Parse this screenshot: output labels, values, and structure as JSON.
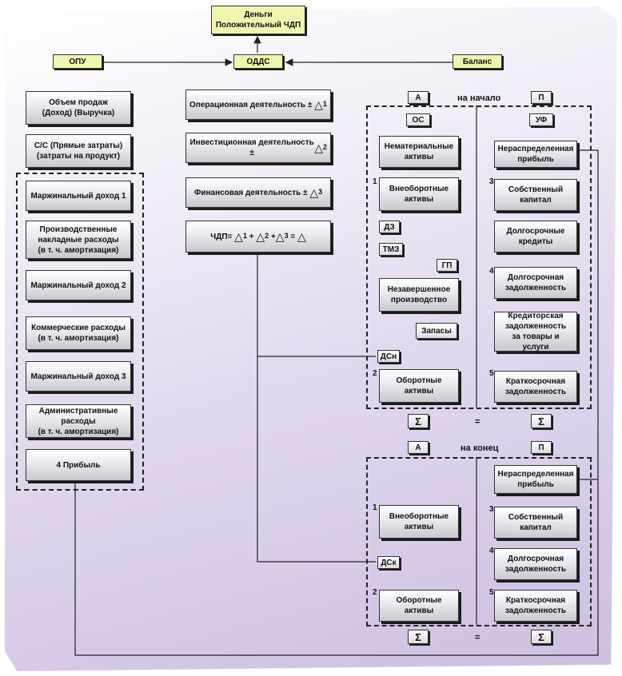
{
  "top": {
    "money": "Деньги\nПоложительный ЧДП",
    "opu": "ОПУ",
    "odds": "ОДДС",
    "balance": "Баланс"
  },
  "left": {
    "sales": "Объем продаж\n(Доход) (Выручка)",
    "cogs": "С/С (Прямые затраты)\n(затраты на продукт)",
    "margin1": "Маржинальный доход 1",
    "overhead": "Производственные\nнакладные расходы\n(в т. ч. амортизация)",
    "margin2": "Маржинальный доход 2",
    "commercial": "Коммерческие расходы\n(в т. ч. амортизация)",
    "margin3": "Маржинальный доход 3",
    "admin": "Административные расходы\n(в т. ч. амортизация)",
    "profit": "4 Прибыль"
  },
  "middle": {
    "operating": "Операционная деятельность ±",
    "investing": "Инвестиционная деятельность ±",
    "financing": "Финансовая деятельность ±",
    "cf_prefix": "ЧДП=",
    "sub1": "1",
    "sub2": "2",
    "sub3": "3",
    "delta": "△",
    "plus": "+",
    "equals": "="
  },
  "balance_start": {
    "a": "А",
    "heading": "на начало",
    "p": "П",
    "os": "ОС",
    "uf": "УФ",
    "intangible": "Нематериальные\nактивы",
    "noncurrent": "Внеоборотные\nактивы",
    "dz": "ДЗ",
    "tmz": "ТМЗ",
    "gp": "ГП",
    "wip": "Незавершенное\nпроизводство",
    "stocks": "Запасы",
    "dsn": "ДСн",
    "current": "Оборотные\nактивы",
    "retained": "Нераспределенная\nприбыль",
    "equity": "Собственный\nкапитал",
    "lt_credit": "Долгосрочные\nкредиты",
    "lt_debt": "Долгосрочная\nзадолженность",
    "payables": "Кредиторская\nзадолженность\nза товары и услуги",
    "st_debt": "Краткосрочная\nзадолженность",
    "n1": "1",
    "n2": "2",
    "n3": "3",
    "n4": "4",
    "n5": "5",
    "sigma": "Σ",
    "eq": "="
  },
  "balance_end": {
    "a": "А",
    "heading": "на конец",
    "p": "П",
    "noncurrent": "Внеоборотные\nактивы",
    "dsk": "ДСк",
    "current": "Оборотные\nактивы",
    "retained": "Нераспределенная\nприбыль",
    "equity": "Собственный\nкапитал",
    "lt_debt": "Долгосрочная\nзадолженность",
    "st_debt": "Краткосрочная\nзадолженность",
    "n1": "1",
    "n2": "2",
    "n3": "3",
    "n4": "4",
    "n5": "5",
    "sigma": "Σ",
    "eq": "="
  }
}
